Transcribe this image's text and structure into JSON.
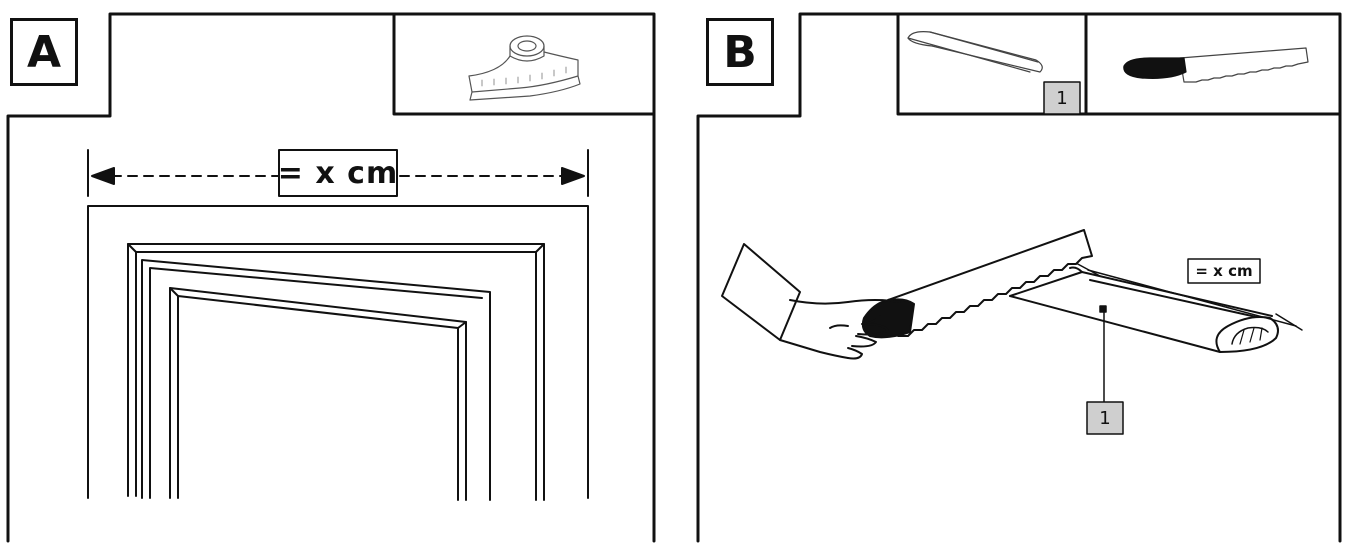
{
  "panels": {
    "a": {
      "label": "A",
      "dimension_text": "= x cm"
    },
    "b": {
      "label": "B",
      "dimension_text": "= x cm",
      "part_number": "1",
      "inset_part_number": "1"
    }
  },
  "colors": {
    "line": "#111111",
    "tag_fill": "#cfcfcf",
    "handle": "#111111",
    "background": "#ffffff"
  },
  "icons": {
    "tape": "measuring-tape-icon",
    "channel": "cable-channel-icon",
    "saw": "saw-icon",
    "hand": "hand-icon"
  }
}
